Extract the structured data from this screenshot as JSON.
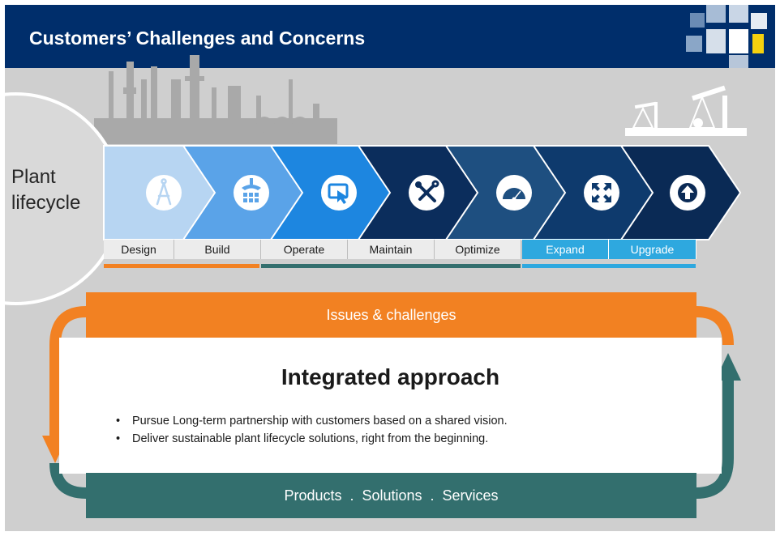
{
  "header": {
    "title": "Customers’ Challenges and Concerns"
  },
  "lifecycle": {
    "label_line1": "Plant",
    "label_line2": "lifecycle"
  },
  "stages": [
    {
      "label": "Design",
      "icon": "compass-icon",
      "color": "#b7d5f2"
    },
    {
      "label": "Build",
      "icon": "crane-icon",
      "color": "#5aa3e8"
    },
    {
      "label": "Operate",
      "icon": "touchscreen-icon",
      "color": "#1d86e0"
    },
    {
      "label": "Maintain",
      "icon": "tools-icon",
      "color": "#0b2d5c"
    },
    {
      "label": "Optimize",
      "icon": "gauge-icon",
      "color": "#1e4f80"
    },
    {
      "label": "Expand",
      "icon": "expand-icon",
      "color": "#0e3a6d"
    },
    {
      "label": "Upgrade",
      "icon": "upgrade-icon",
      "color": "#0a2a55"
    }
  ],
  "cycle": {
    "issues_label": "Issues & challenges",
    "title": "Integrated approach",
    "bullets": [
      "Pursue Long-term partnership with customers based on a shared vision.",
      "Deliver sustainable plant lifecycle solutions, right from the beginning."
    ],
    "products_label": "Products  .  Solutions  .  Services"
  },
  "colors": {
    "orange": "#f28122",
    "teal": "#336f6e",
    "navy": "#002e6b",
    "light_blue": "#2ea8df"
  }
}
